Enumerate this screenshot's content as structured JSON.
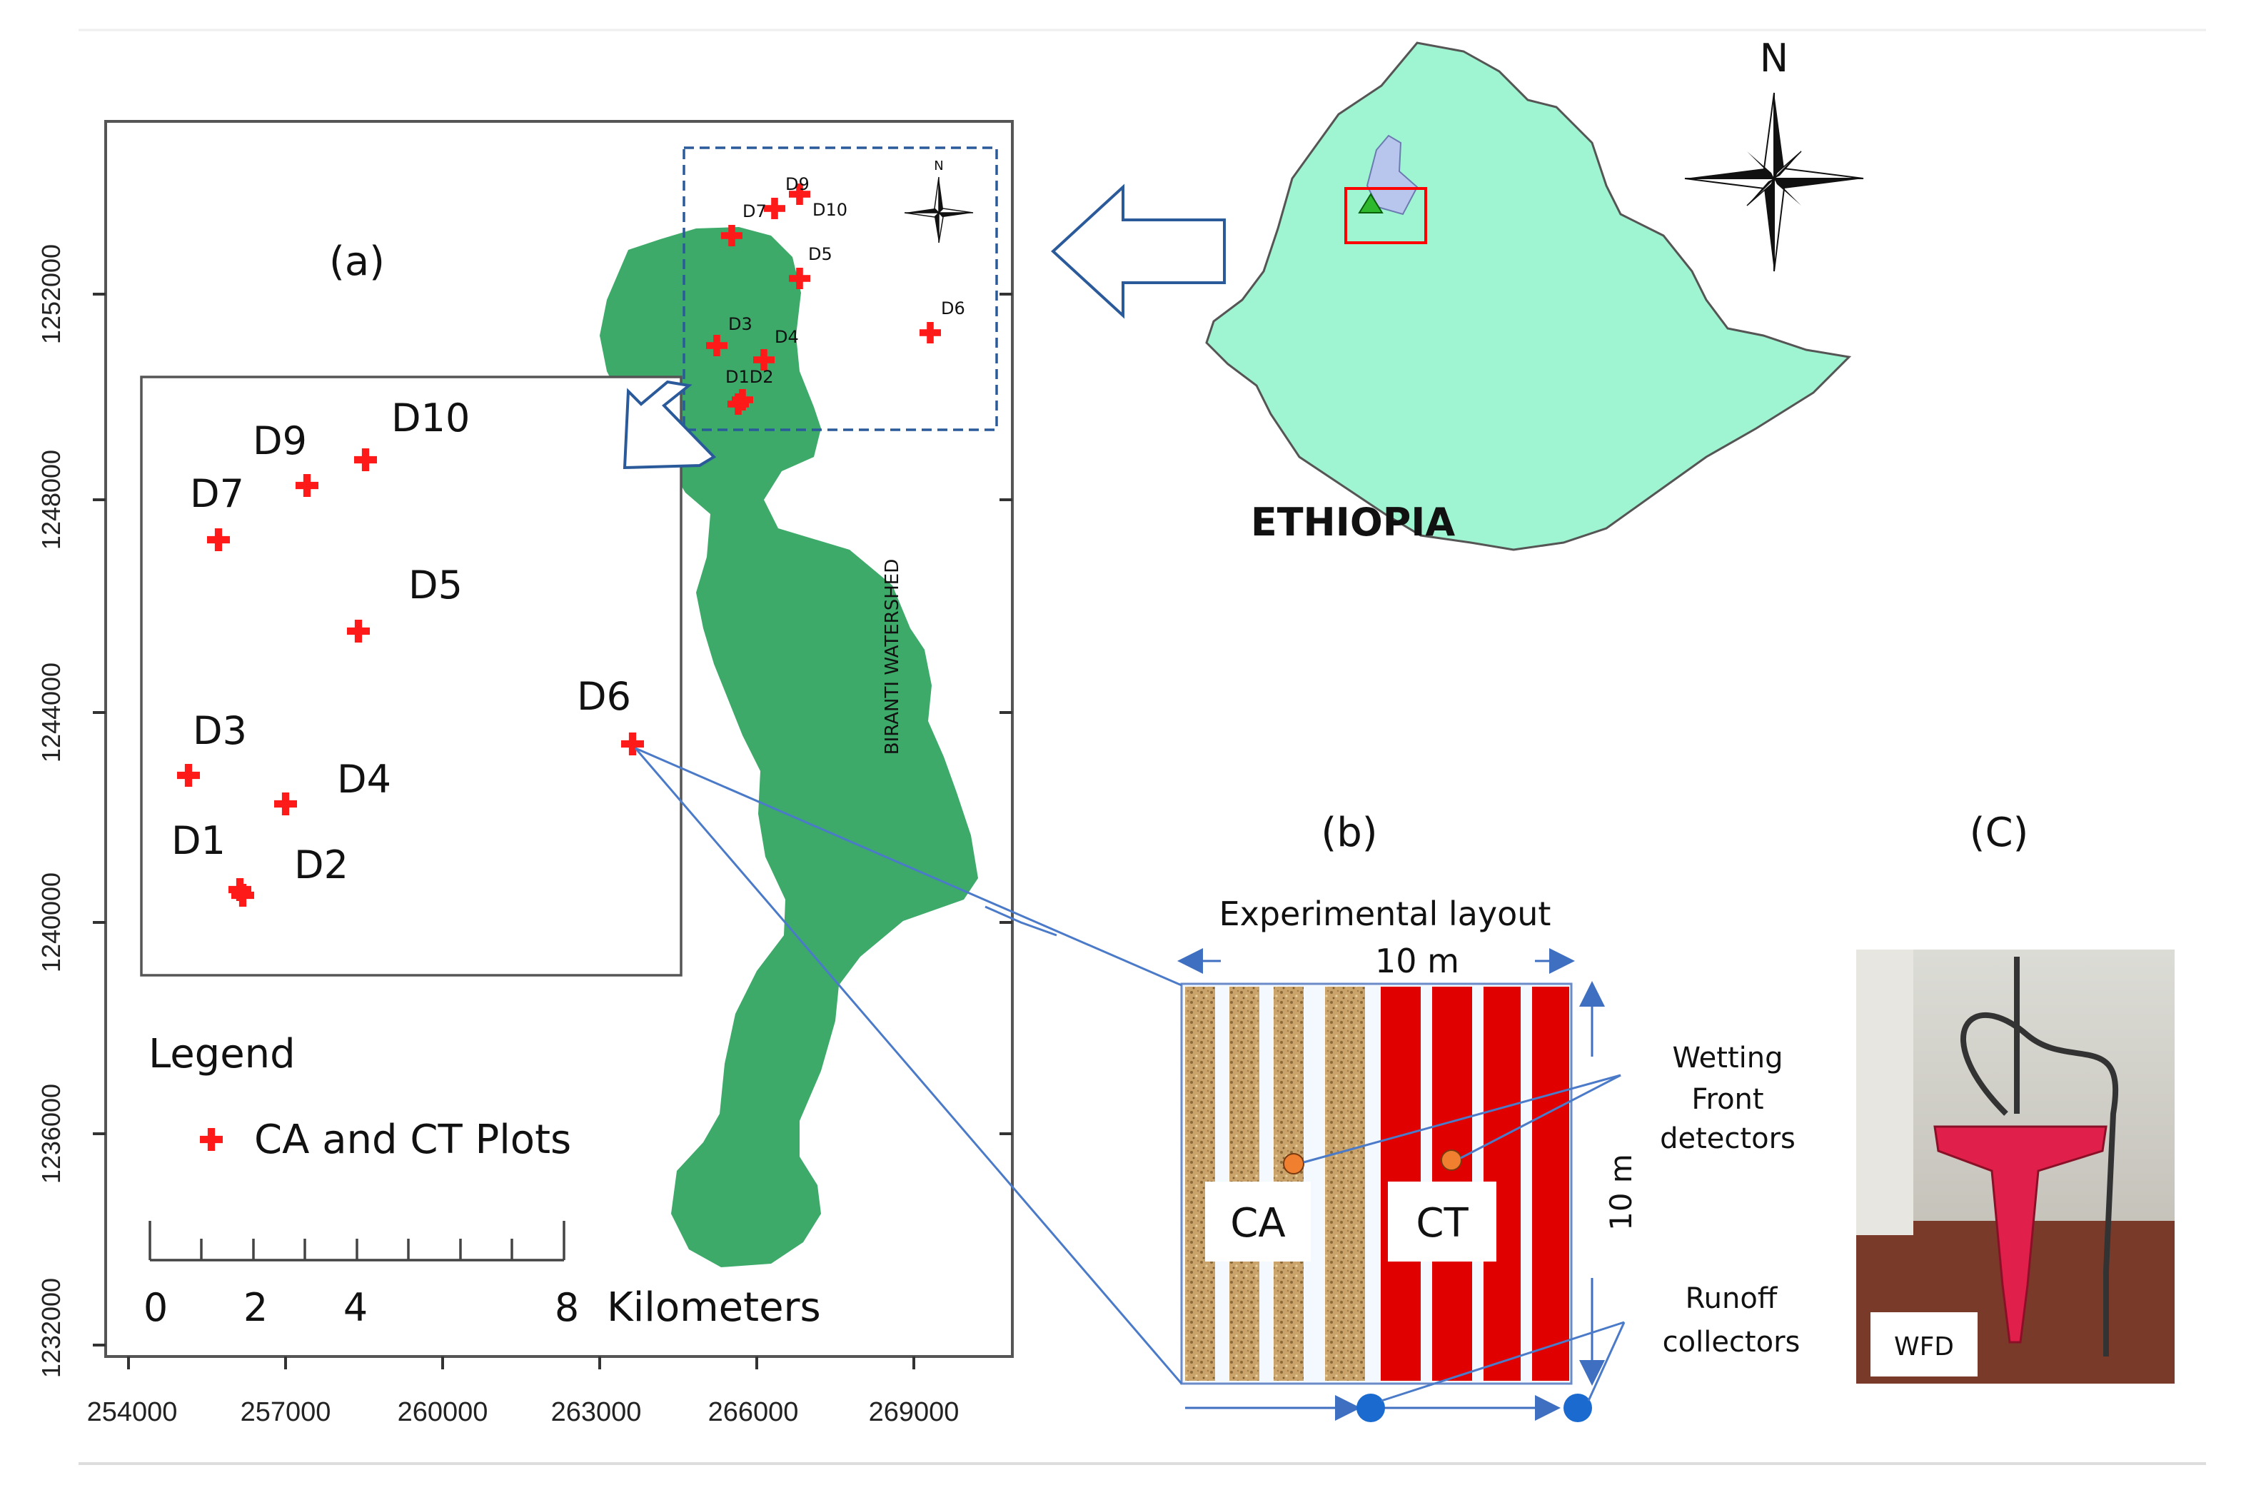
{
  "panels": {
    "a_label": "(a)",
    "b_label": "(b)",
    "c_label": "(C)"
  },
  "map": {
    "x_ticks": [
      "254000",
      "257000",
      "260000",
      "263000",
      "266000",
      "269000"
    ],
    "y_ticks": [
      "1252000",
      "1248000",
      "1244000",
      "1240000",
      "1236000",
      "1232000"
    ],
    "watershed_label": "BIRANTI WATERSHED",
    "north_small": "N",
    "sites_small": [
      {
        "id": "D9",
        "label": "D9"
      },
      {
        "id": "D7",
        "label": "D7"
      },
      {
        "id": "D10",
        "label": "D10"
      },
      {
        "id": "D5",
        "label": "D5"
      },
      {
        "id": "D6",
        "label": "D6"
      },
      {
        "id": "D3",
        "label": "D3"
      },
      {
        "id": "D4",
        "label": "D4"
      },
      {
        "id": "D1D2",
        "label": "D1D2"
      }
    ]
  },
  "inset": {
    "sites": [
      {
        "id": "D9",
        "label": "D9"
      },
      {
        "id": "D10",
        "label": "D10"
      },
      {
        "id": "D7",
        "label": "D7"
      },
      {
        "id": "D5",
        "label": "D5"
      },
      {
        "id": "D6",
        "label": "D6"
      },
      {
        "id": "D3",
        "label": "D3"
      },
      {
        "id": "D4",
        "label": "D4"
      },
      {
        "id": "D1",
        "label": "D1"
      },
      {
        "id": "D2",
        "label": "D2"
      }
    ]
  },
  "legend": {
    "title": "Legend",
    "item": "CA and CT Plots",
    "marker_color": "#ff1a1a"
  },
  "scalebar": {
    "ticks": [
      "0",
      "2",
      "4",
      "8"
    ],
    "unit": "Kilometers"
  },
  "locator": {
    "country": "ETHIOPIA",
    "north": "N",
    "country_color": "#9ff5d2",
    "highlight_color": "#ff0000"
  },
  "layout_b": {
    "title": "Experimental layout",
    "width_label": "10 m",
    "height_label": "10 m",
    "ca_label": "CA",
    "ct_label": "CT",
    "wetting_label_1": "Wetting",
    "wetting_label_2": "Front",
    "wetting_label_3": "detectors",
    "runoff_label_1": "Runoff",
    "runoff_label_2": "collectors",
    "ct_color": "#e00000",
    "ca_color": "#c8a46a"
  },
  "photo_c": {
    "tag": "WFD"
  },
  "colors": {
    "watershed": "#3daa6a",
    "marker": "#ff1a1a",
    "arrow": "#2a5a9a"
  }
}
